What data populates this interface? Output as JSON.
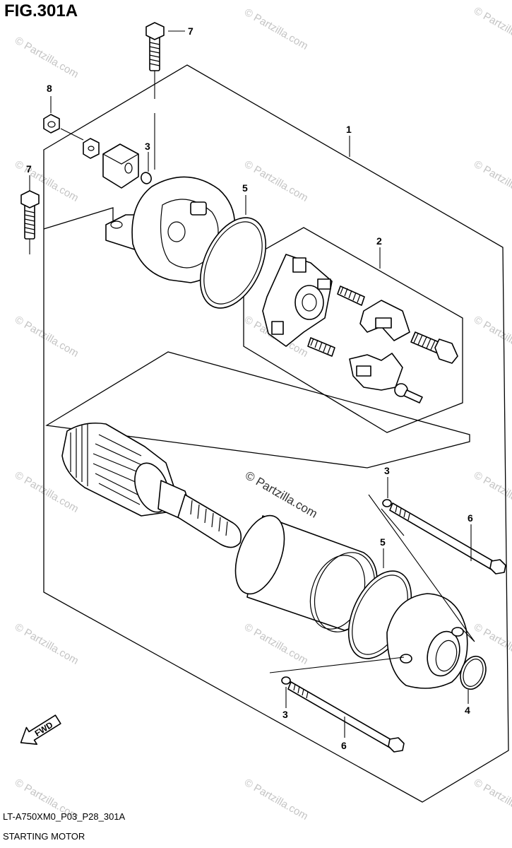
{
  "figure": {
    "title": "FIG.301A",
    "code": "LT-A750XM0_P03_P28_301A",
    "name": "STARTING MOTOR"
  },
  "callouts": [
    {
      "id": "c1",
      "label": "1"
    },
    {
      "id": "c2",
      "label": "2"
    },
    {
      "id": "c3a",
      "label": "3"
    },
    {
      "id": "c3b",
      "label": "3"
    },
    {
      "id": "c3c",
      "label": "3"
    },
    {
      "id": "c4",
      "label": "4"
    },
    {
      "id": "c5a",
      "label": "5"
    },
    {
      "id": "c5b",
      "label": "5"
    },
    {
      "id": "c6a",
      "label": "6"
    },
    {
      "id": "c6b",
      "label": "6"
    },
    {
      "id": "c7a",
      "label": "7"
    },
    {
      "id": "c7b",
      "label": "7"
    },
    {
      "id": "c8",
      "label": "8"
    }
  ],
  "direction_arrow": {
    "label": "FWD"
  },
  "watermark": {
    "text": "© Partzilla.com",
    "color": "#c4c4c4"
  },
  "watermark_main": {
    "text": "© Partzilla.com"
  },
  "colors": {
    "line": "#000000",
    "background": "#ffffff"
  }
}
